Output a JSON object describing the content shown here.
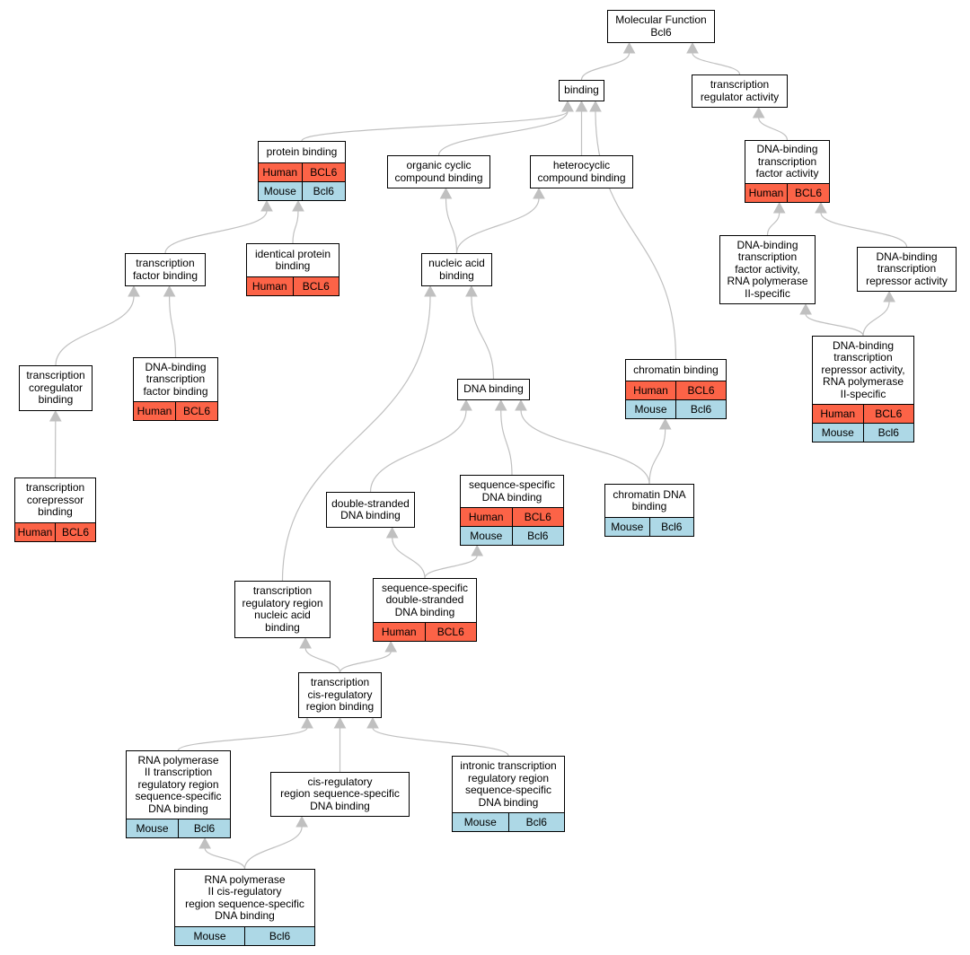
{
  "colors": {
    "edge": "#c0c0c0",
    "human_row": "#fc6347",
    "mouse_row": "#add8e6",
    "node_border": "#000000",
    "node_fill": "#ffffff"
  },
  "nodes": [
    {
      "id": "mf",
      "label": "Molecular Function\nBcl6"
    },
    {
      "id": "binding",
      "label": "binding"
    },
    {
      "id": "tra",
      "label": "transcription\nregulator activity"
    },
    {
      "id": "pb",
      "label": "protein binding",
      "rows": [
        {
          "species": "Human",
          "gene": "BCL6"
        },
        {
          "species": "Mouse",
          "gene": "Bcl6"
        }
      ]
    },
    {
      "id": "occb",
      "label": "organic cyclic\ncompound binding"
    },
    {
      "id": "hcb",
      "label": "heterocyclic\ncompound binding"
    },
    {
      "id": "dbtfa",
      "label": "DNA-binding\ntranscription\nfactor activity",
      "rows": [
        {
          "species": "Human",
          "gene": "BCL6"
        }
      ]
    },
    {
      "id": "tfb",
      "label": "transcription\nfactor binding"
    },
    {
      "id": "ipb",
      "label": "identical protein\nbinding",
      "rows": [
        {
          "species": "Human",
          "gene": "BCL6"
        }
      ]
    },
    {
      "id": "nab",
      "label": "nucleic acid\nbinding"
    },
    {
      "id": "dbtfa2",
      "label": "DNA-binding\ntranscription\nfactor activity,\nRNA polymerase\nII-specific"
    },
    {
      "id": "dbtra",
      "label": "DNA-binding\ntranscription\nrepressor activity"
    },
    {
      "id": "tcb",
      "label": "transcription\ncoregulator\nbinding"
    },
    {
      "id": "dbtfb",
      "label": "DNA-binding\ntranscription\nfactor binding",
      "rows": [
        {
          "species": "Human",
          "gene": "BCL6"
        }
      ]
    },
    {
      "id": "chb",
      "label": "chromatin binding",
      "rows": [
        {
          "species": "Human",
          "gene": "BCL6"
        },
        {
          "species": "Mouse",
          "gene": "Bcl6"
        }
      ]
    },
    {
      "id": "dnab",
      "label": "DNA binding"
    },
    {
      "id": "dbtra2",
      "label": "DNA-binding\ntranscription\nrepressor activity,\nRNA polymerase\nII-specific",
      "rows": [
        {
          "species": "Human",
          "gene": "BCL6"
        },
        {
          "species": "Mouse",
          "gene": "Bcl6"
        }
      ]
    },
    {
      "id": "tcrb",
      "label": "transcription\ncorepressor\nbinding",
      "rows": [
        {
          "species": "Human",
          "gene": "BCL6"
        }
      ]
    },
    {
      "id": "dsdna",
      "label": "double-stranded\nDNA binding"
    },
    {
      "id": "ssdna",
      "label": "sequence-specific\nDNA binding",
      "rows": [
        {
          "species": "Human",
          "gene": "BCL6"
        },
        {
          "species": "Mouse",
          "gene": "Bcl6"
        }
      ]
    },
    {
      "id": "chdna",
      "label": "chromatin DNA\nbinding",
      "rows": [
        {
          "species": "Mouse",
          "gene": "Bcl6"
        }
      ]
    },
    {
      "id": "trrnab",
      "label": "transcription\nregulatory region\nnucleic acid\nbinding"
    },
    {
      "id": "ssdsdna",
      "label": "sequence-specific\ndouble-stranded\nDNA binding",
      "rows": [
        {
          "species": "Human",
          "gene": "BCL6"
        }
      ]
    },
    {
      "id": "tcrrb",
      "label": "transcription\ncis-regulatory\nregion binding"
    },
    {
      "id": "rnap2trr",
      "label": "RNA polymerase\nII transcription\nregulatory region\nsequence-specific\nDNA binding",
      "rows": [
        {
          "species": "Mouse",
          "gene": "Bcl6"
        }
      ]
    },
    {
      "id": "crrss",
      "label": "cis-regulatory\nregion sequence-specific\nDNA binding"
    },
    {
      "id": "itrr",
      "label": "intronic transcription\nregulatory region\nsequence-specific\nDNA binding",
      "rows": [
        {
          "species": "Mouse",
          "gene": "Bcl6"
        }
      ]
    },
    {
      "id": "rnap2crr",
      "label": "RNA polymerase\nII cis-regulatory\nregion sequence-specific\nDNA binding",
      "rows": [
        {
          "species": "Mouse",
          "gene": "Bcl6"
        }
      ]
    }
  ],
  "edges": [
    {
      "from": "binding",
      "to": "mf"
    },
    {
      "from": "tra",
      "to": "mf"
    },
    {
      "from": "pb",
      "to": "binding"
    },
    {
      "from": "occb",
      "to": "binding"
    },
    {
      "from": "hcb",
      "to": "binding"
    },
    {
      "from": "chb",
      "to": "binding"
    },
    {
      "from": "dbtfa",
      "to": "tra"
    },
    {
      "from": "dbtfa2",
      "to": "dbtfa"
    },
    {
      "from": "dbtra",
      "to": "dbtfa"
    },
    {
      "from": "dbtra2",
      "to": "dbtfa2"
    },
    {
      "from": "dbtra2",
      "to": "dbtra"
    },
    {
      "from": "tfb",
      "to": "pb"
    },
    {
      "from": "ipb",
      "to": "pb"
    },
    {
      "from": "tcb",
      "to": "tfb"
    },
    {
      "from": "dbtfb",
      "to": "tfb"
    },
    {
      "from": "tcrb",
      "to": "tcb"
    },
    {
      "from": "nab",
      "to": "occb"
    },
    {
      "from": "nab",
      "to": "hcb"
    },
    {
      "from": "dnab",
      "to": "nab"
    },
    {
      "from": "trrnab",
      "to": "nab"
    },
    {
      "from": "dsdna",
      "to": "dnab"
    },
    {
      "from": "ssdna",
      "to": "dnab"
    },
    {
      "from": "chdna",
      "to": "dnab"
    },
    {
      "from": "chdna",
      "to": "chb"
    },
    {
      "from": "ssdsdna",
      "to": "dsdna"
    },
    {
      "from": "ssdsdna",
      "to": "ssdna"
    },
    {
      "from": "tcrrb",
      "to": "trrnab"
    },
    {
      "from": "tcrrb",
      "to": "ssdsdna"
    },
    {
      "from": "rnap2trr",
      "to": "tcrrb"
    },
    {
      "from": "crrss",
      "to": "tcrrb"
    },
    {
      "from": "itrr",
      "to": "tcrrb"
    },
    {
      "from": "rnap2crr",
      "to": "rnap2trr"
    },
    {
      "from": "rnap2crr",
      "to": "crrss"
    }
  ]
}
